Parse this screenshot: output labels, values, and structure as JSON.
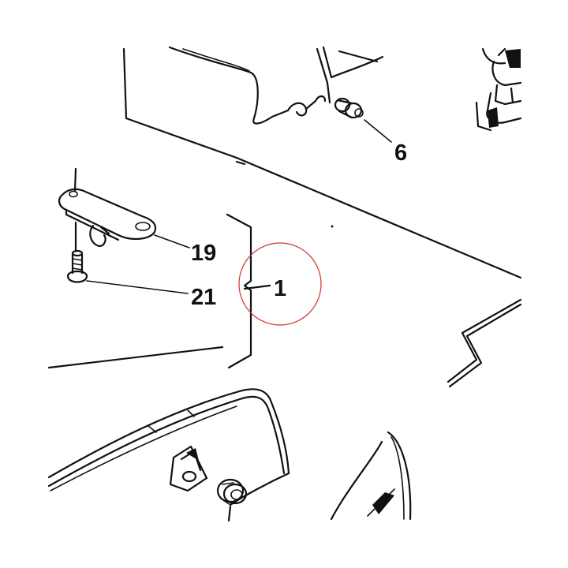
{
  "diagram": {
    "callouts": {
      "part_1": "1",
      "part_6": "6",
      "part_19": "19",
      "part_21": "21"
    },
    "colors": {
      "line": "#111111",
      "background": "#ffffff",
      "highlight_ring": "#cc3333"
    },
    "highlighted_callout": "1"
  }
}
